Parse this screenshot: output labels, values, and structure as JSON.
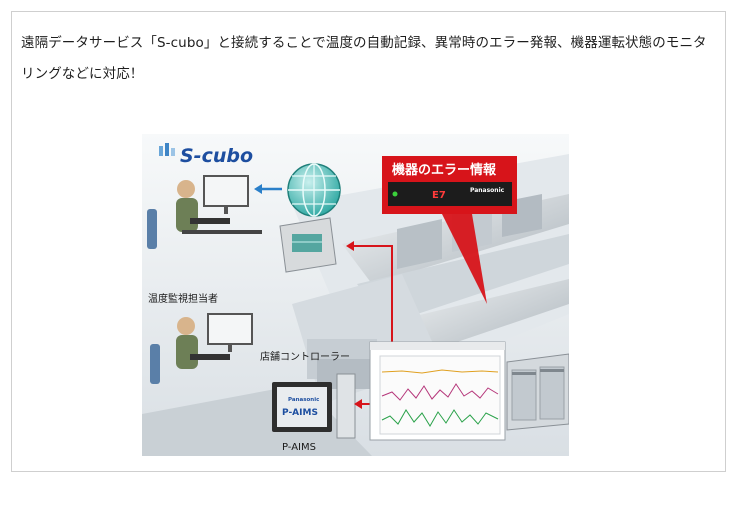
{
  "description": "遠隔データサービス「S-cubo」と接続することで温度の自動記録、異常時のエラー発報、機器運転状態のモニタリングなどに対応！",
  "figure": {
    "logo_text": "S-cubo",
    "error_banner": "機器のエラー情報",
    "monitor_person_label": "温度監視担当者",
    "controller_label": "店舗コントローラー",
    "paims_label": "P-AIMS",
    "paims_screen_brand": "Panasonic",
    "paims_screen_title": "P-AIMS",
    "panel_brand": "Panasonic",
    "panel_code": "E7",
    "colors": {
      "banner_red": "#d7141a",
      "arrow_red": "#d7141a",
      "arrow_blue": "#2a7fc9",
      "logo_blue": "#1d4ea0"
    },
    "icons": [
      "globe-icon",
      "person-icon",
      "monitor-icon",
      "cloud-logo-icon"
    ]
  }
}
